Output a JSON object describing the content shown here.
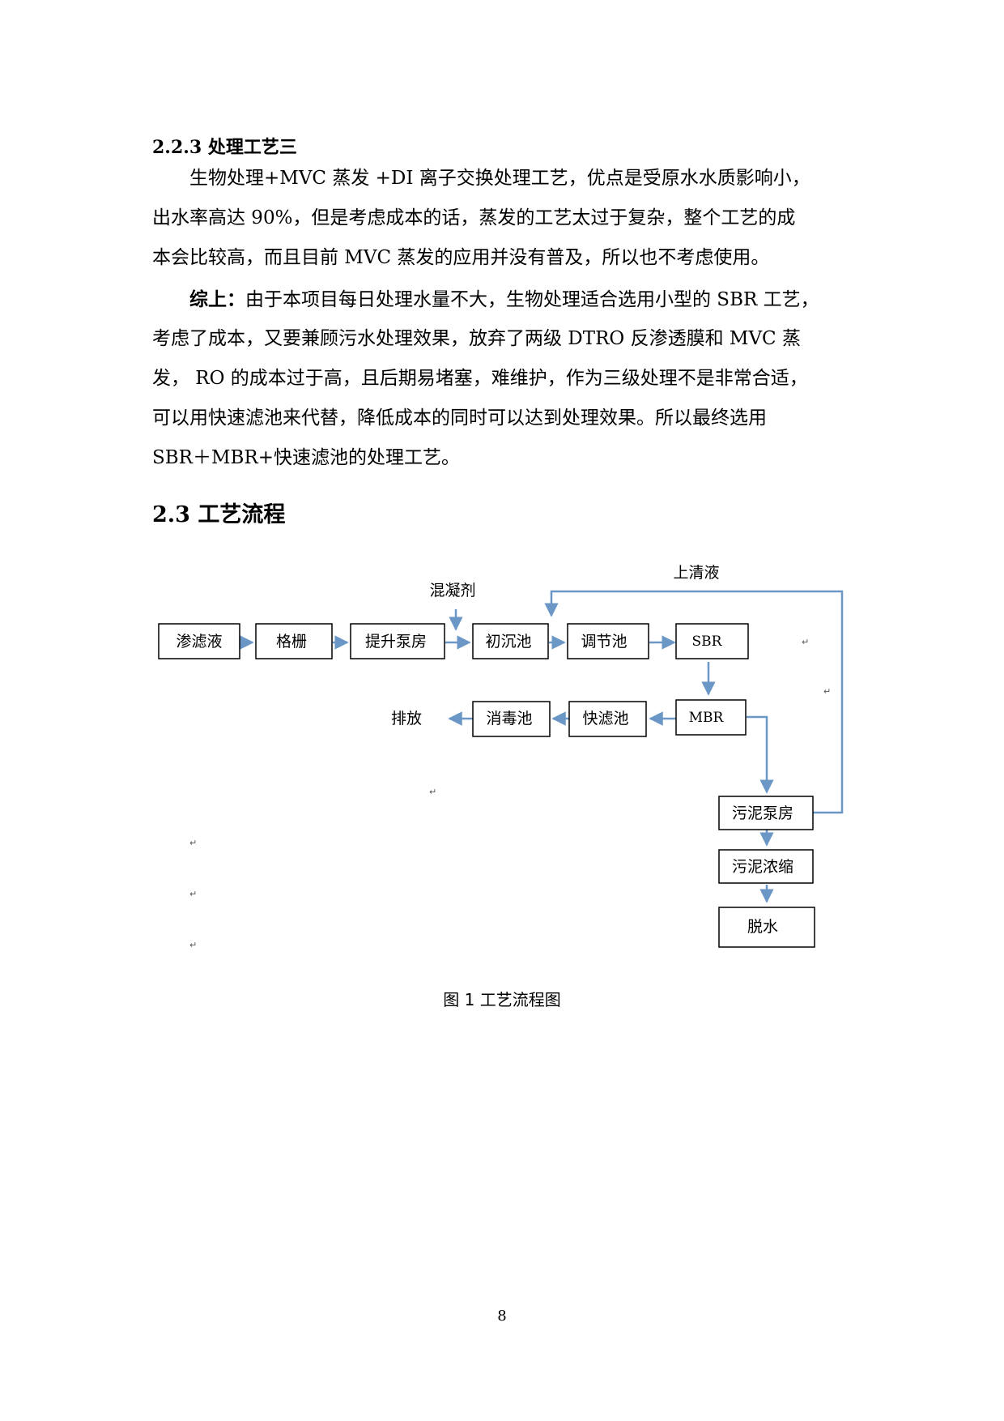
{
  "section_223": {
    "heading": "2.2.3 处理工艺三"
  },
  "para1": {
    "line1": "生物处理+MVC 蒸发 +DI 离子交换处理工艺，优点是受原水水质影响小，",
    "line2": "出水率高达 90%，但是考虑成本的话，蒸发的工艺太过于复杂，整个工艺的成",
    "line3": "本会比较高，而且目前 MVC 蒸发的应用并没有普及，所以也不考虑使用。"
  },
  "para2": {
    "lead": "综上：",
    "line1": "由于本项目每日处理水量不大，生物处理适合选用小型的 SBR 工艺，",
    "line2": "考虑了成本，又要兼顾污水处理效果，放弃了两级 DTRO 反渗透膜和 MVC 蒸",
    "line3": "发， RO 的成本过于高，且后期易堵塞，难维护，作为三级处理不是非常合适，",
    "line4": "可以用快速滤池来代替，降低成本的同时可以达到处理效果。所以最终选用",
    "line5": "SBR＋MBR+快速滤池的处理工艺。"
  },
  "section_23": {
    "heading": "2.3 工艺流程"
  },
  "diagram": {
    "nodes": {
      "leachate": "渗滤液",
      "grille": "格栅",
      "pump_house": "提升泵房",
      "primary_settling": "初沉池",
      "regulating": "调节池",
      "sbr": "SBR",
      "mbr": "MBR",
      "fast_filter": "快滤池",
      "disinfection": "消毒池",
      "discharge": "排放",
      "sludge_pump": "污泥泵房",
      "sludge_thicken": "污泥浓缩",
      "dewater": "脱水"
    },
    "labels": {
      "coagulant": "混凝剂",
      "supernatant": "上清液"
    },
    "para_mark": "↵",
    "arrow_color": "#6b97c6"
  },
  "figure_caption": "图 1 工艺流程图",
  "page_number": "8"
}
